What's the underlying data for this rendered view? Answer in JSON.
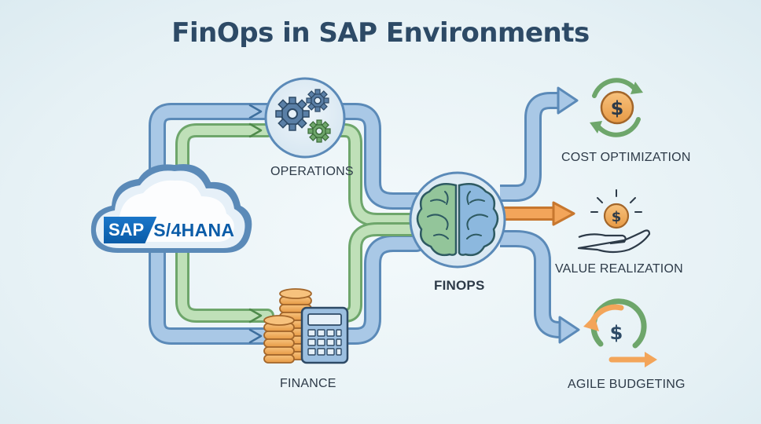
{
  "title": "FinOps in SAP Environments",
  "nodes": {
    "source": {
      "brand": "SAP",
      "product": "S/4HANA"
    },
    "operations": {
      "label": "OPERATIONS"
    },
    "finance": {
      "label": "FINANCE"
    },
    "finops": {
      "label": "FINOPS"
    }
  },
  "outcomes": [
    {
      "label": "COST OPTIMIZATION",
      "icon": "dollar-cycle-icon"
    },
    {
      "label": "VALUE REALIZATION",
      "icon": "hand-coin-icon"
    },
    {
      "label": "AGILE BUDGETING",
      "icon": "dollar-loop-arrow-icon"
    }
  ],
  "colors": {
    "title": "#2d4a66",
    "flow_blue": "#8fb6da",
    "flow_green": "#a8d4a2",
    "accent_orange": "#f1a055",
    "sap_blue": "#0b5ca8"
  }
}
